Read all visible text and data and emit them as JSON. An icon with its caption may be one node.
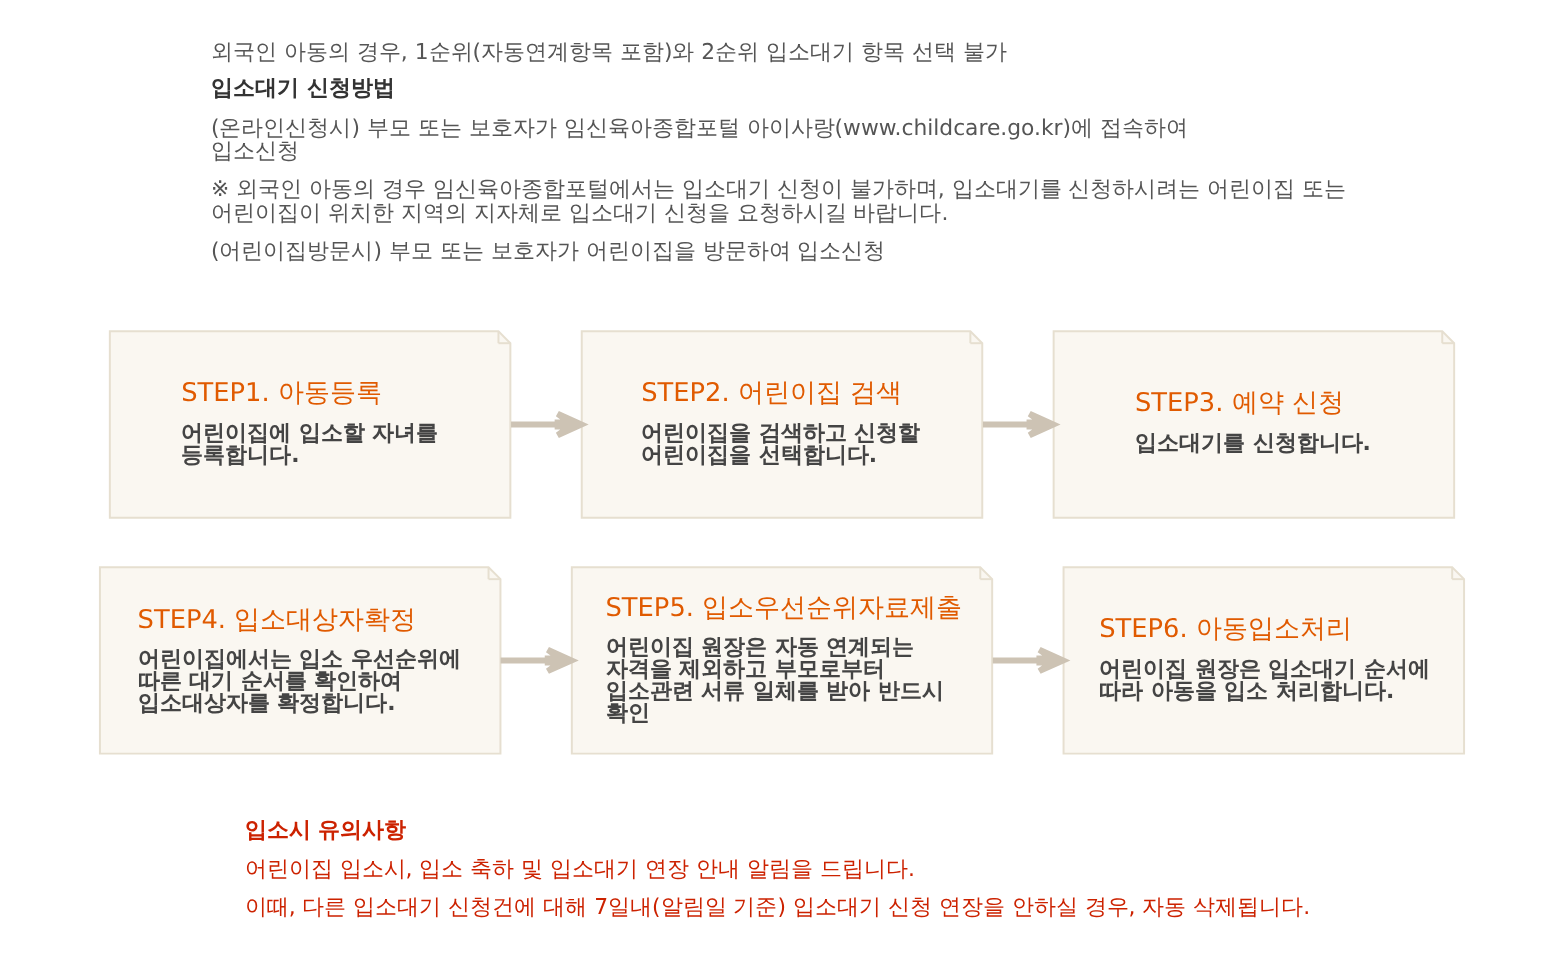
{
  "diagram": {
    "nodes": [
      {
        "text": [
          "STEP1. 아동등록",
          "어린이집에 입소할 자녀를 등록합니다."
        ]
      },
      {
        "text": [
          "STEP2. 어린이집 검색",
          "어린이집을 검색하고 신청할 어린이집을 선택합니다."
        ]
      },
      {
        "text": [
          "STEP3. 예약 신청",
          "입소대기를 신청합니다."
        ]
      },
      {
        "text": [
          "STEP4. 입소대상자확정",
          "어린이집에서는 입소 우선순위에 따른 대기 순서를 확인하여 입소대상자를 확정합니다."
        ]
      },
      {
        "text": [
          "STEP5. 입소우선순위자료제출",
          "어린이집 원장은 자동 연계되는 자격을 제외하고 부모로부터 입소관련 서류 일체를 받아 반드시 확인"
        ]
      },
      {
        "text": [
          "STEP6. 아동입소처리",
          "어린이집 원장은 입소대기 순서에 따라 아동을 입소 처리합니다."
        ]
      }
    ],
    "edges": [
      {
        "from": 0,
        "to": 1,
        "arrow": "to"
      },
      {
        "from": 1,
        "to": 2,
        "arrow": "to"
      },
      {
        "from": 3,
        "to": 4,
        "arrow": "to"
      },
      {
        "from": 4,
        "to": 5,
        "arrow": "to"
      }
    ],
    "labels": [
      "외국인 아동의 경우, 1순위(자동연계항목 포함)와 2순위 입소대기 항목 선택 불가",
      "입소대기 신청방법",
      "(온라인신청시) 부모 또는 보호자가 임신육아종합포털 아이사랑(www.childcare.go.kr)에 접속하여 입소신청",
      "※ 외국인 아동의 경우 임신육아종합포털에서는 입소대기 신청이 불가하며, 입소대기를 신청하시려는 어린이집 또는 어린이집이 위치한 지역의 지자체로 입소대기 신청을 요청하시길 바랍니다.",
      "(어린이집방문시) 부모 또는 보호자가 어린이집을 방문하여 입소신청",
      "입소시 유의사항",
      "어린이집 입소시, 입소 축하 및 입소대기 연장 안내 알림을 드립니다.",
      "이때, 다른 입소대기 신청건에 대해 7일내(알림일 기준) 입소대기 신청 연장을 안하실 경우, 자동 삭제됩니다."
    ]
  }
}
